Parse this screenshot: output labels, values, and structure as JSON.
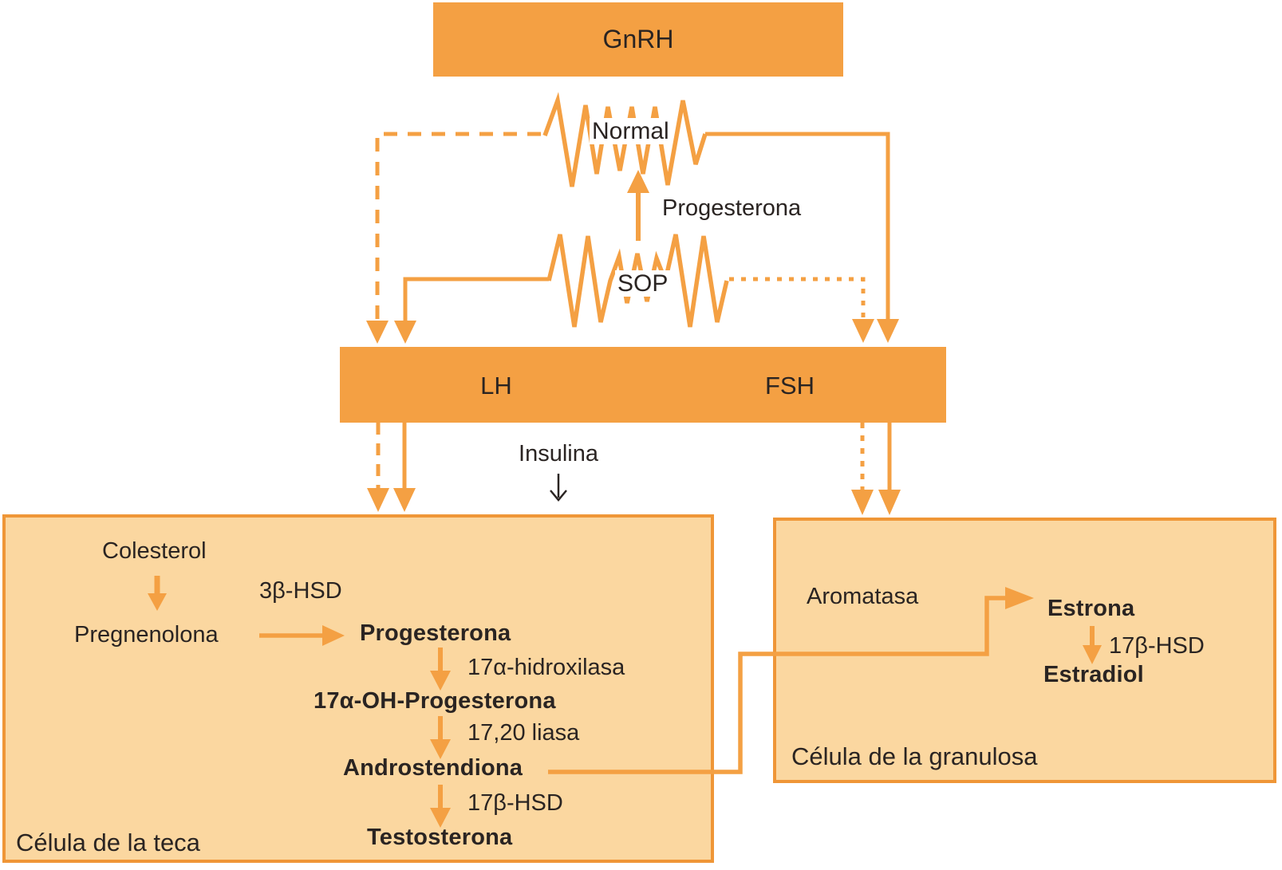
{
  "colors": {
    "orange": "#f4a043",
    "border_orange": "#ef9637",
    "light_fill": "#fbd7a0",
    "text": "#2a2422"
  },
  "top": {
    "gnrh": "GnRH",
    "normal_label": "Normal",
    "sop_label": "SOP",
    "progesterona_feedback": "Progesterona"
  },
  "gonadotropin_bar": {
    "lh": "LH",
    "fsh": "FSH"
  },
  "insulina_label": "Insulina",
  "theca_cell": {
    "title": "Célula de la teca",
    "colesterol": "Colesterol",
    "enzyme_3b_hsd": "3β-HSD",
    "pregnenolona": "Pregnenolona",
    "progesterona": "Progesterona",
    "enzyme_17a_hidroxilasa": "17α-hidroxilasa",
    "oh_progesterona": "17α-OH-Progesterona",
    "enzyme_17_20_liasa": "17,20 liasa",
    "androstendiona": "Androstendiona",
    "enzyme_17b_hsd": "17β-HSD",
    "testosterona": "Testosterona"
  },
  "granulosa_cell": {
    "title": "Célula de la granulosa",
    "aromatasa": "Aromatasa",
    "estrona": "Estrona",
    "enzyme_17b_hsd": "17β-HSD",
    "estradiol": "Estradiol"
  }
}
